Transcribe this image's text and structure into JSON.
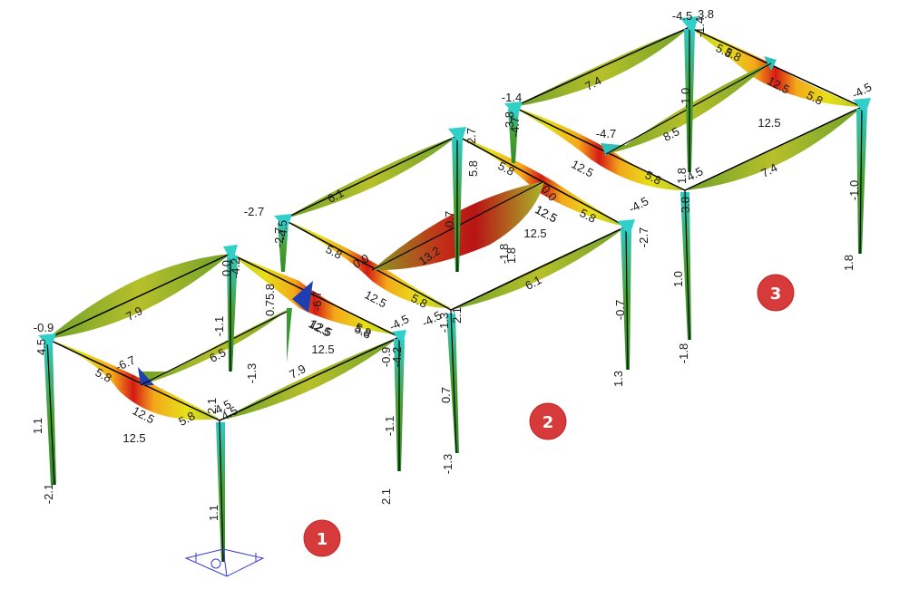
{
  "frame1": {
    "labels": [
      "-0.9",
      "4.5",
      "7.9",
      "-4.2",
      "0.0",
      "-1.1",
      "5.8",
      "12.5",
      "-6.7",
      "6.5",
      "5.8",
      "0.7",
      "-1.3",
      "-6.7",
      "12.5",
      "12.5",
      "5.8",
      "-4.5",
      "-4.2",
      "-0.9",
      "5.8",
      "12.5",
      "12.5",
      "5.8",
      "2.1",
      "-4.5",
      "4.5",
      "7.9",
      "1.1",
      "-2.1",
      "-1.1",
      "2.1",
      "1.1"
    ],
    "badge": "1"
  },
  "frame2": {
    "labels": [
      "-2.7",
      "6.1",
      "-4.5",
      "2.7",
      "-2.7",
      "5.8",
      "0.0",
      "13.2",
      "-0.7",
      "1.8",
      "5.8",
      "0.0",
      "12.5",
      "12.5",
      "5.8",
      "-1.3",
      "-4.5",
      "12.5",
      "5.8",
      "-4.5",
      "2.1",
      "6.1",
      "-2.7",
      "5.8",
      "12.5",
      "-1.8",
      "-1.3",
      "0.7",
      "-0.7",
      "1.3"
    ],
    "badge": "2"
  },
  "frame3": {
    "labels": [
      "-4.5",
      "3.8",
      "-1.4",
      "7.4",
      "5.8",
      "-4.7",
      "12.5",
      "5.8",
      "-4.5",
      "-4.7",
      "8.5",
      "12.5",
      "3.8",
      "5.8",
      "12.5",
      "5.8",
      "1.8",
      "-1.4",
      "4.5",
      "3.8",
      "7.4",
      "-1.0",
      "1.0",
      "-1.8",
      "-1.0",
      "1.8"
    ],
    "badge": "3"
  },
  "colors": {
    "badge": "#d63a3a",
    "mid": "#a8b82a",
    "high": "#d01818",
    "column": "#3a9a30",
    "support": "#3a3ad0"
  }
}
